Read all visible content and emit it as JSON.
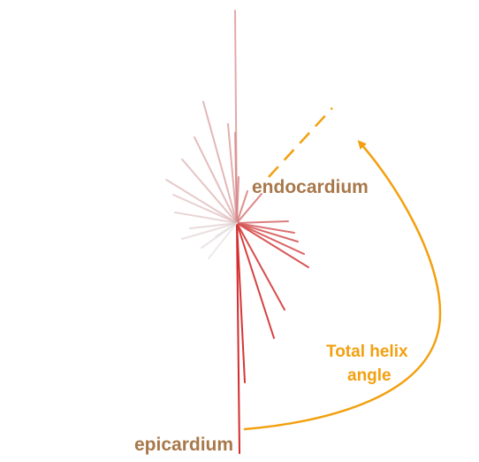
{
  "labels": {
    "endocardium": "endocardium",
    "epicardium": "epicardium",
    "total_helix_line1": "Total helix",
    "total_helix_line2": "angle"
  },
  "colors": {
    "fiber_epi": "#d42a2a",
    "fiber_endo": "#d8d8d8",
    "label_brown": "#a8784a",
    "accent_orange": "#f2a00f"
  }
}
